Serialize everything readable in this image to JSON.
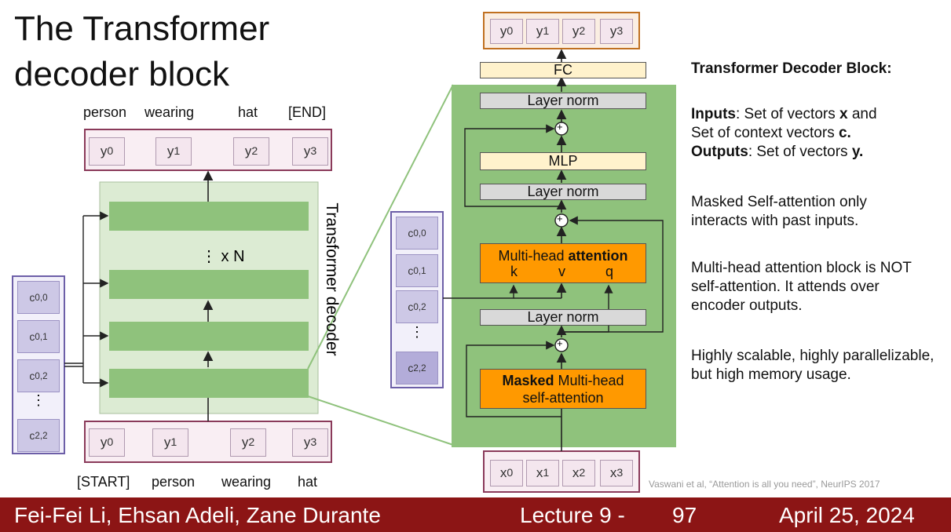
{
  "slide": {
    "title_line1": "The Transformer",
    "title_line2": "decoder block"
  },
  "left_diagram": {
    "top_words": [
      "person",
      "wearing",
      "hat",
      "[END]"
    ],
    "bottom_words": [
      "[START]",
      "person",
      "wearing",
      "hat"
    ],
    "outputs": [
      {
        "base": "y",
        "sub": "0"
      },
      {
        "base": "y",
        "sub": "1"
      },
      {
        "base": "y",
        "sub": "2"
      },
      {
        "base": "y",
        "sub": "3"
      }
    ],
    "inputs": [
      {
        "base": "y",
        "sub": "0"
      },
      {
        "base": "y",
        "sub": "1"
      },
      {
        "base": "y",
        "sub": "2"
      },
      {
        "base": "y",
        "sub": "3"
      }
    ],
    "context": [
      {
        "base": "c",
        "sub": "0,0"
      },
      {
        "base": "c",
        "sub": "0,1"
      },
      {
        "base": "c",
        "sub": "0,2"
      },
      {
        "base": "",
        "sub": "",
        "dots": "⋮"
      },
      {
        "base": "c",
        "sub": "2,2"
      }
    ],
    "repeat_label": "⋮ x N",
    "stack_label": "Transformer decoder"
  },
  "block_diagram": {
    "outputs": [
      {
        "base": "y",
        "sub": "0"
      },
      {
        "base": "y",
        "sub": "1"
      },
      {
        "base": "y",
        "sub": "2"
      },
      {
        "base": "y",
        "sub": "3"
      }
    ],
    "inputs": [
      {
        "base": "x",
        "sub": "0"
      },
      {
        "base": "x",
        "sub": "1"
      },
      {
        "base": "x",
        "sub": "2"
      },
      {
        "base": "x",
        "sub": "3"
      }
    ],
    "context": [
      {
        "base": "c",
        "sub": "0,0"
      },
      {
        "base": "c",
        "sub": "0,1"
      },
      {
        "base": "c",
        "sub": "0,2"
      },
      {
        "base": "",
        "sub": "",
        "dots": "⋮"
      },
      {
        "base": "c",
        "sub": "2,2"
      }
    ],
    "fc": "FC",
    "layer_norm": "Layer norm",
    "mlp": "MLP",
    "mha_prefix": "Multi-head ",
    "mha_bold": "attention",
    "mha_k": "k",
    "mha_v": "v",
    "mha_q": "q",
    "masked_bold": "Masked",
    "masked_rest": " Multi-head",
    "masked_line2": "self-attention",
    "plus": "+"
  },
  "description": {
    "heading": "Transformer Decoder Block:",
    "inputs_bold": "Inputs",
    "inputs_text": ": Set of vectors ",
    "inputs_x": "x",
    "inputs_text2": " and",
    "context_text": "Set of context vectors ",
    "context_c": "c.",
    "outputs_bold": "Outputs",
    "outputs_text": ": Set of vectors ",
    "outputs_y": "y.",
    "para2": "Masked Self-attention only interacts with past inputs.",
    "para3": "Multi-head attention block is NOT self-attention. It attends over encoder outputs.",
    "para4": "Highly scalable, highly parallelizable, but high memory usage."
  },
  "citation": "Vaswani et al, “Attention is all you need”, NeurIPS 2017",
  "footer": {
    "authors": "Fei-Fei Li, Ehsan Adeli, Zane Durante",
    "lecture": "Lecture 9 -",
    "page": "97",
    "date": "April 25, 2024"
  },
  "colors": {
    "footer_bg": "#8c1515",
    "green_block": "#8fc27c",
    "orange": "#ff9900",
    "context_fill": "#cdc8e6",
    "token_fill": "#f4e6ee"
  }
}
